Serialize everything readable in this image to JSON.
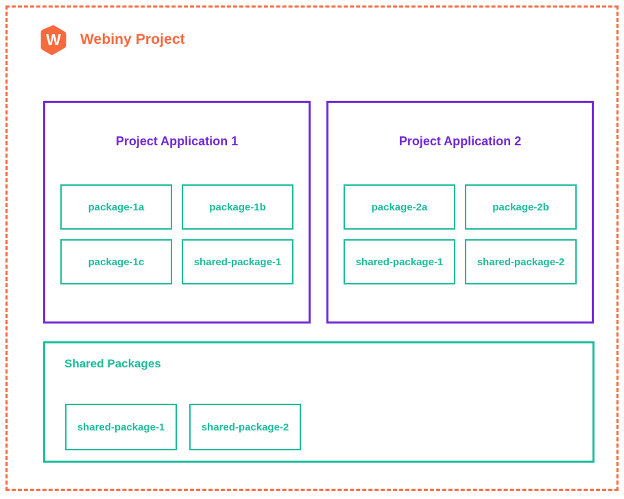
{
  "diagram": {
    "type": "nested-container-diagram",
    "frame": {
      "name": "project-frame",
      "border_style": "dashed",
      "color": "#F8693D"
    },
    "header": {
      "logo_icon": "webiny-hexagon-w-logo",
      "logo_letter": "W",
      "title": "Webiny Project",
      "title_color": "#F8693D",
      "logo_color": "#F8693D"
    },
    "applications": [
      {
        "title": "Project Application 1",
        "border_color": "#7028D8",
        "packages": [
          "package-1a",
          "package-1b",
          "package-1c",
          "shared-package-1"
        ]
      },
      {
        "title": "Project Application 2",
        "border_color": "#7028D8",
        "packages": [
          "package-2a",
          "package-2b",
          "shared-package-1",
          "shared-package-2"
        ]
      }
    ],
    "shared_packages": {
      "title": "Shared Packages",
      "border_color": "#1BBC9B",
      "packages": [
        "shared-package-1",
        "shared-package-2"
      ]
    },
    "colors": {
      "accent_orange": "#F8693D",
      "accent_purple": "#7028D8",
      "accent_teal": "#1BBC9B",
      "background": "#FFFFFF"
    }
  }
}
